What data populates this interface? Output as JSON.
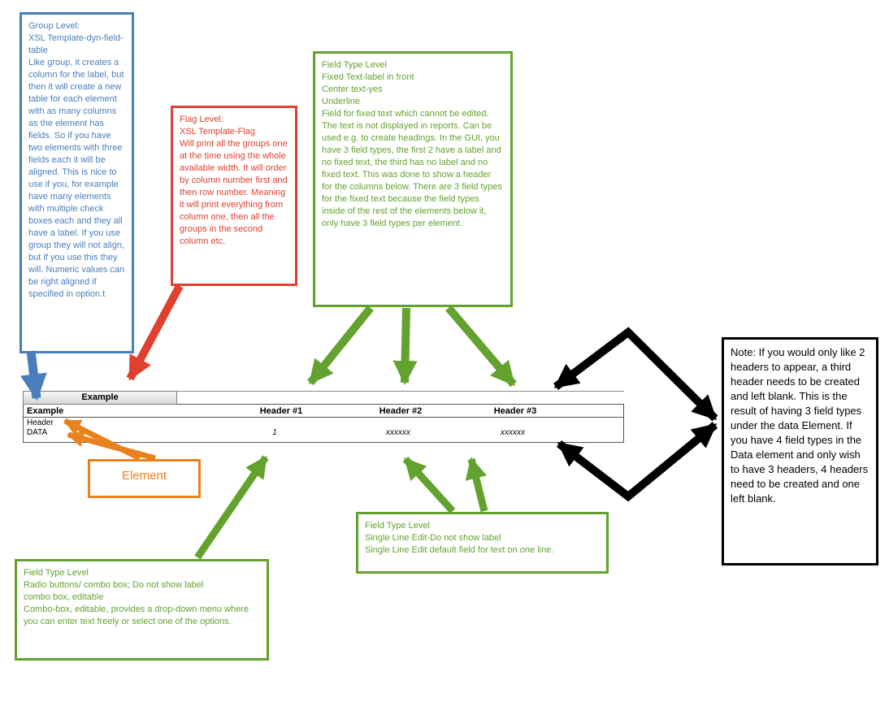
{
  "callouts": {
    "group_level": "Group Level:\nXSL Template-dyn-field-table\nLike group, it creates a column for the label, but then it will create a new table for each element with as many columns as the element has fields. So if you have two elements with three fields each it will be aligned. This is nice to use if you, for example have many elements with multiple check boxes each and they all have a label. If you use group they will not align, but if you use this they will. Numeric values can be right aligned if specified in option.t",
    "flag_level": "Flag Level:\nXSL Template-Flag\nWill print all the groups one at the time using the whole available width. It will order by column number first and then row number. Meaning it will print everything from column one, then all the groups in the second column etc.",
    "fixed_text_field_type": "Field Type Level\nFixed Text-label in front\nCenter text-yes\nUnderline\nField for fixed text which cannot be edited. The text is not displayed in reports. Can be used e.g. to create headings. In the GUI, you have 3 field types, the first 2 have a label and no fixed text, the third has no label and no fixed text. This was done to show a header for the columns below. There are 3 field types for the fixed text because the field types inside of the rest of the elements below it, only have 3 field types per element.",
    "note": "Note: If you would only like 2 headers to appear, a third header needs to be created and left blank. This is the result of having 3 field types under the data Element. If you have 4 field types in the Data element and only wish to have 3 headers, 4 headers need to be created and one left blank.",
    "element_label": "Element",
    "combo_field_type": "Field Type Level\nRadio buttons/ combo box; Do not show label\ncombo box, editable\nCombo-box, editable, provides a drop-down menu where you can enter text freely or select one of the options.",
    "single_line_field_type": "Field Type Level\nSingle Line Edit-Do not show label\nSingle Line Edit default field for text on one line."
  },
  "table": {
    "tab_label": "Example",
    "row1_label": "Example",
    "headers": [
      "Header #1",
      "Header #2",
      "Header #3"
    ],
    "row2_label": "Header",
    "row3_label": "DATA",
    "values": [
      "1",
      "xxxxxx",
      "xxxxxx"
    ]
  },
  "colors": {
    "group_blue": "#4a7ebb",
    "flag_red": "#e0402f",
    "field_green": "#63a22e",
    "element_orange": "#e8821e",
    "note_black": "#000000"
  }
}
